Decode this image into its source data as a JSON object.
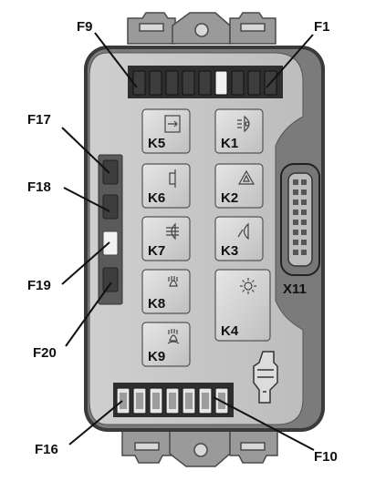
{
  "callouts": {
    "f9": "F9",
    "f1": "F1",
    "f17": "F17",
    "f18": "F18",
    "f19": "F19",
    "f20": "F20",
    "f16": "F16",
    "f10": "F10"
  },
  "connector_label": "X11",
  "relays": [
    {
      "id": "K5",
      "icon": "heated-rear-window-icon"
    },
    {
      "id": "K1",
      "icon": "headlamp-icon"
    },
    {
      "id": "K6",
      "icon": "horn-icon"
    },
    {
      "id": "K2",
      "icon": "hazard-warning-icon"
    },
    {
      "id": "K7",
      "icon": "fog-lamp-icon"
    },
    {
      "id": "K3",
      "icon": "high-beam-icon"
    },
    {
      "id": "K8",
      "icon": "low-beam-icon"
    },
    {
      "id": "K4",
      "icon": "interior-light-icon"
    },
    {
      "id": "K9",
      "icon": "rear-fog-lamp-icon"
    }
  ],
  "colors": {
    "housing": "#c9c9c9",
    "housing_dark": "#5e5e5e",
    "relay_face": "#d6d6d6",
    "fuse_dark": "#3d3d3d",
    "fuse_light": "#f2f2f2"
  }
}
